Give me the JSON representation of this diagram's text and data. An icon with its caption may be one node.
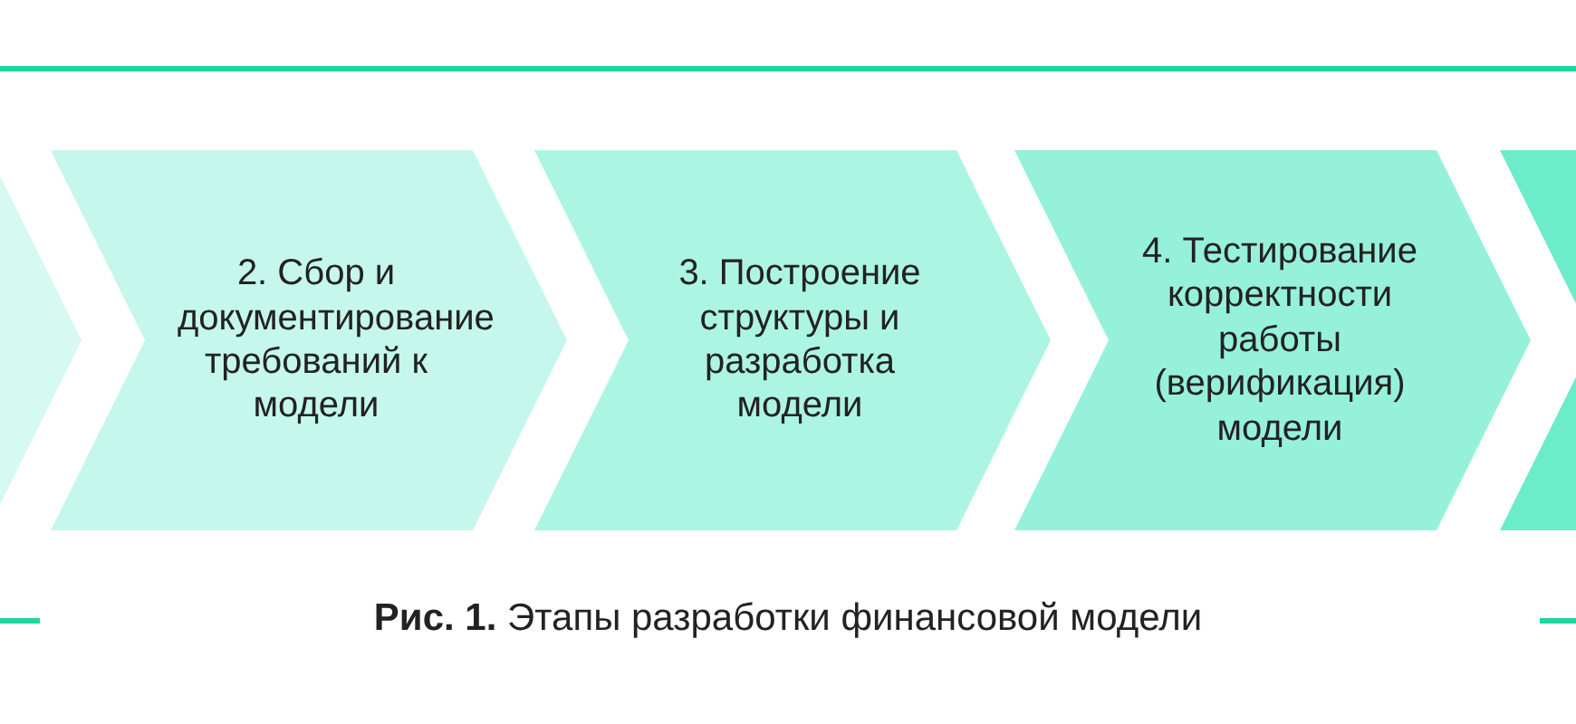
{
  "diagram": {
    "caption": "**Рис. 1.** Этапы разработки финансовой модели",
    "nodes": [
      {
        "text": [],
        "shape": "chevron"
      },
      {
        "text": [
          "2. Сбор и документирование требований к модели"
        ]
      },
      {
        "text": [
          "3. Построение структуры и разработка модели"
        ]
      },
      {
        "text": [
          "4. Тестирование корректности работы (верификация) модели"
        ]
      },
      {
        "text": [],
        "shape": "chevron"
      }
    ]
  }
}
